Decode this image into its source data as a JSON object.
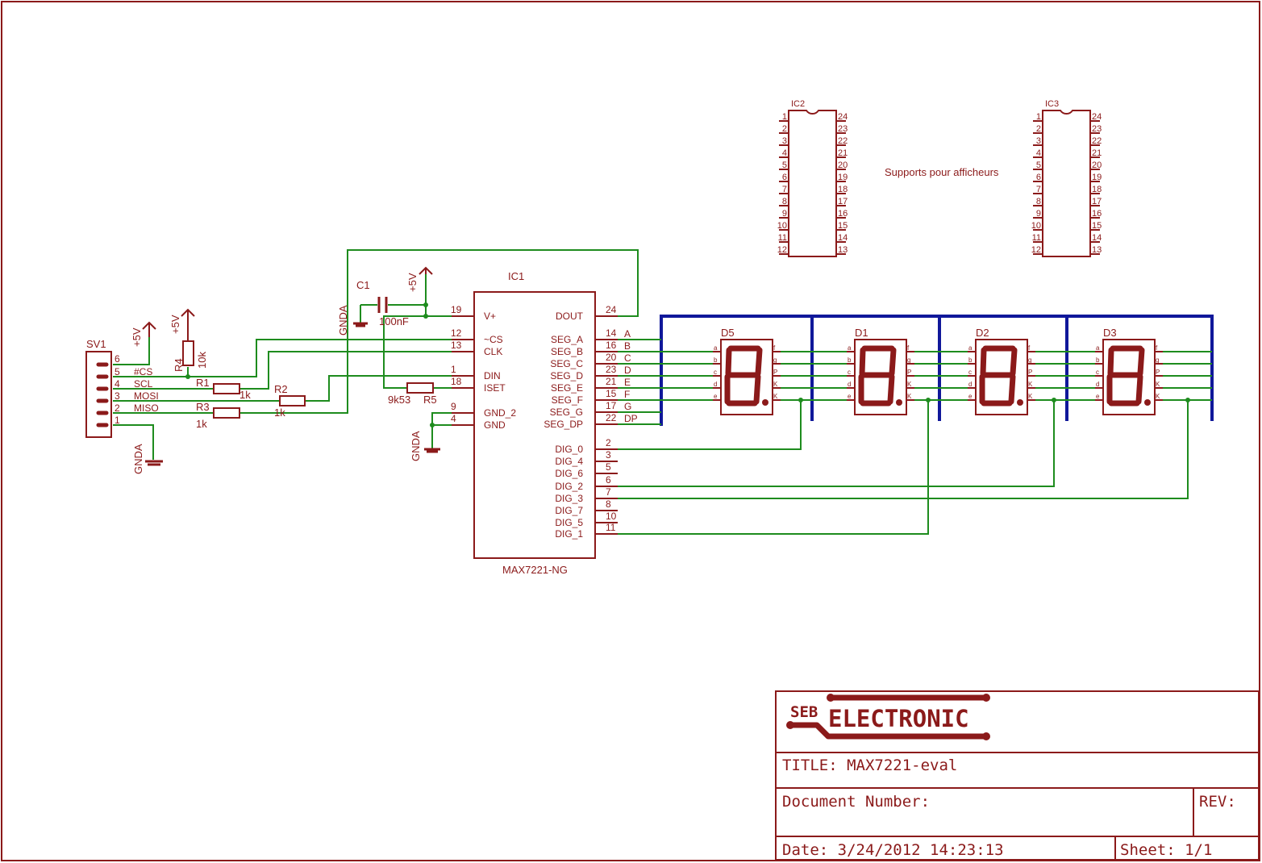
{
  "sv1": {
    "name": "SV1",
    "pins": [
      "6",
      "5",
      "4",
      "3",
      "2",
      "1"
    ],
    "signals": [
      "#CS",
      "SCL",
      "MOSI",
      "MISO"
    ]
  },
  "power": {
    "vcc": "+5V",
    "gnd": "GNDA"
  },
  "resistors": {
    "r1": "R1",
    "r1v": "1k",
    "r2": "R2",
    "r2v": "1k",
    "r3": "R3",
    "r3v": "1k",
    "r4": "R4",
    "r4v": "10k",
    "r5": "R5",
    "r5v": "9k53"
  },
  "c1": {
    "name": "C1",
    "value": "100nF"
  },
  "ic1": {
    "name": "IC1",
    "part": "MAX7221-NG",
    "left_pins": [
      {
        "num": "19",
        "name": "V+"
      },
      {
        "num": "12",
        "name": "~CS"
      },
      {
        "num": "13",
        "name": "CLK"
      },
      {
        "num": "1",
        "name": "DIN"
      },
      {
        "num": "18",
        "name": "ISET"
      },
      {
        "num": "9",
        "name": "GND_2"
      },
      {
        "num": "4",
        "name": "GND"
      }
    ],
    "right_pins": [
      {
        "num": "24",
        "name": "DOUT"
      },
      {
        "num": "14",
        "name": "SEG_A"
      },
      {
        "num": "16",
        "name": "SEG_B"
      },
      {
        "num": "20",
        "name": "SEG_C"
      },
      {
        "num": "23",
        "name": "SEG_D"
      },
      {
        "num": "21",
        "name": "SEG_E"
      },
      {
        "num": "15",
        "name": "SEG_F"
      },
      {
        "num": "17",
        "name": "SEG_G"
      },
      {
        "num": "22",
        "name": "SEG_DP"
      },
      {
        "num": "2",
        "name": "DIG_0"
      },
      {
        "num": "3",
        "name": "DIG_4"
      },
      {
        "num": "5",
        "name": "DIG_6"
      },
      {
        "num": "6",
        "name": "DIG_2"
      },
      {
        "num": "7",
        "name": "DIG_3"
      },
      {
        "num": "8",
        "name": "DIG_7"
      },
      {
        "num": "10",
        "name": "DIG_5"
      },
      {
        "num": "11",
        "name": "DIG_1"
      }
    ],
    "bus_labels": [
      "A",
      "B",
      "C",
      "D",
      "E",
      "F",
      "G",
      "DP"
    ]
  },
  "displays": [
    {
      "name": "D5",
      "left": [
        "a",
        "b",
        "c",
        "d",
        "e"
      ],
      "right": [
        "f",
        "g",
        "P",
        "K",
        "K"
      ]
    },
    {
      "name": "D1",
      "left": [
        "a",
        "b",
        "c",
        "d",
        "e"
      ],
      "right": [
        "f",
        "g",
        "P",
        "K",
        "K"
      ]
    },
    {
      "name": "D2",
      "left": [
        "a",
        "b",
        "c",
        "d",
        "e"
      ],
      "right": [
        "f",
        "g",
        "P",
        "K",
        "K"
      ]
    },
    {
      "name": "D3",
      "left": [
        "a",
        "b",
        "c",
        "d",
        "e"
      ],
      "right": [
        "f",
        "g",
        "P",
        "K",
        "K"
      ]
    }
  ],
  "sockets": [
    {
      "name": "IC2",
      "left": [
        "1",
        "2",
        "3",
        "4",
        "5",
        "6",
        "7",
        "8",
        "9",
        "10",
        "11",
        "12"
      ],
      "right": [
        "24",
        "23",
        "22",
        "21",
        "20",
        "19",
        "18",
        "17",
        "16",
        "15",
        "14",
        "13"
      ]
    },
    {
      "name": "IC3",
      "left": [
        "1",
        "2",
        "3",
        "4",
        "5",
        "6",
        "7",
        "8",
        "9",
        "10",
        "11",
        "12"
      ],
      "right": [
        "24",
        "23",
        "22",
        "21",
        "20",
        "19",
        "18",
        "17",
        "16",
        "15",
        "14",
        "13"
      ]
    }
  ],
  "note": "Supports pour afficheurs",
  "titleblock": {
    "logo_small": "SEB",
    "logo_big": "ELECTRONIC",
    "title": "TITLE:  MAX7221-eval",
    "docnum": "Document Number:",
    "rev": "REV:",
    "date": "Date:  3/24/2012 14:23:13",
    "sheet": "Sheet: 1/1"
  },
  "colors": {
    "component": "#8b1a1a",
    "wire": "#1e8c1e",
    "bus": "#10189a"
  }
}
